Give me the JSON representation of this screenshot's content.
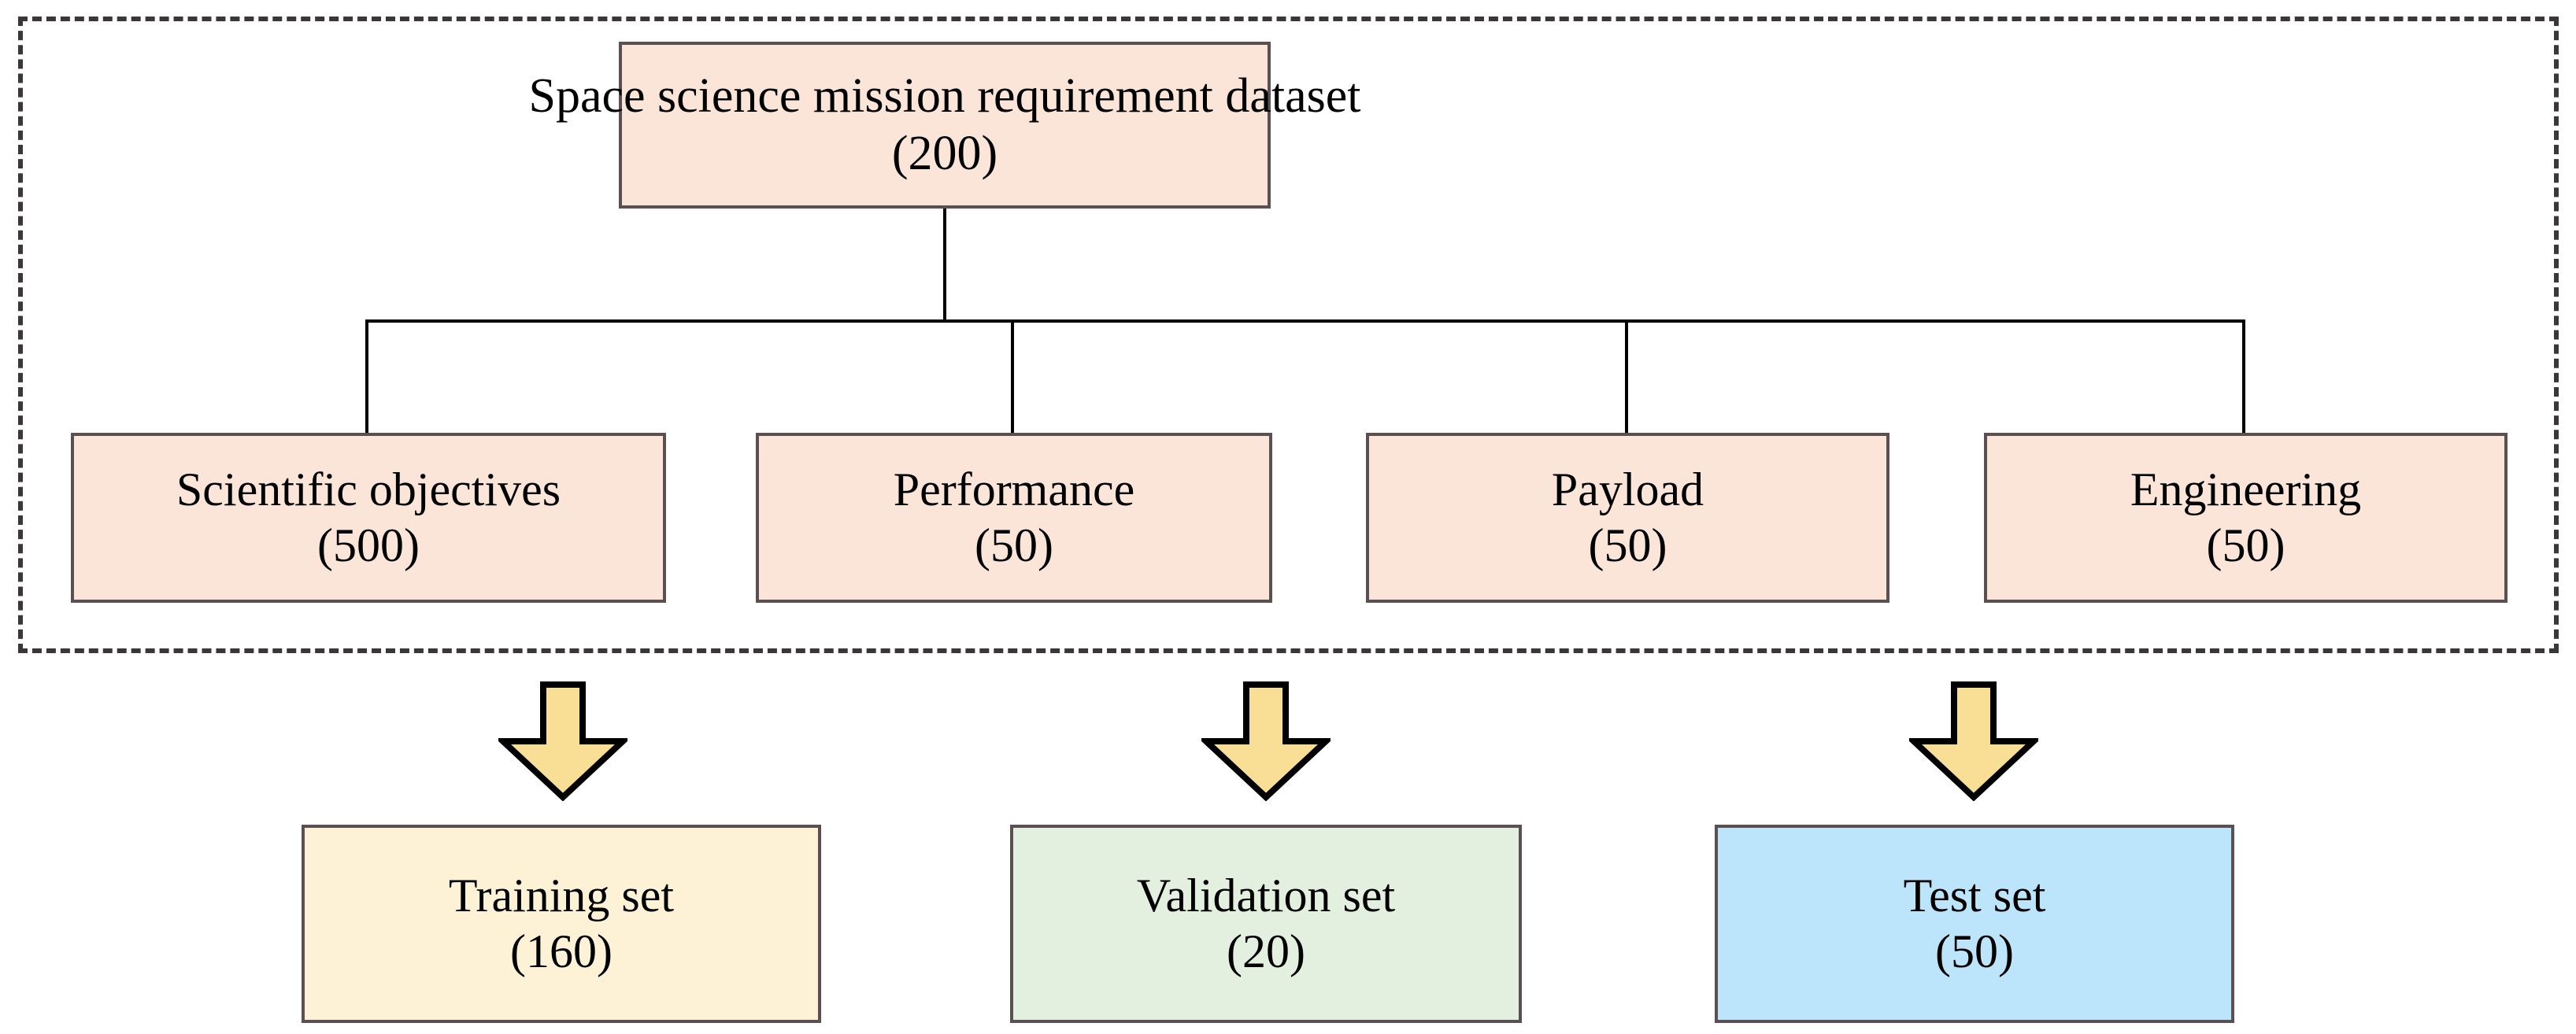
{
  "diagram": {
    "title_node": {
      "name": "root",
      "label": "Space science mission requirement dataset",
      "count": "(200)",
      "fill": "#FBE5D8"
    },
    "categories": [
      {
        "name": "scientific-objectives",
        "label": "Scientific objectives",
        "count": "(500)",
        "value": 500,
        "fill": "#FBE5D8"
      },
      {
        "name": "performance",
        "label": "Performance",
        "count": "(50)",
        "value": 50,
        "fill": "#FBE5D8"
      },
      {
        "name": "payload",
        "label": "Payload",
        "count": "(50)",
        "value": 50,
        "fill": "#FBE5D8"
      },
      {
        "name": "engineering",
        "label": "Engineering",
        "count": "(50)",
        "value": 50,
        "fill": "#FBE5D8"
      }
    ],
    "splits": [
      {
        "name": "training-set",
        "label": "Training set",
        "count": "(160)",
        "value": 160,
        "fill": "#FDF2D5"
      },
      {
        "name": "validation-set",
        "label": "Validation set",
        "count": "(20)",
        "value": 20,
        "fill": "#E3F0E0"
      },
      {
        "name": "test-set",
        "label": "Test set",
        "count": "(50)",
        "value": 50,
        "fill": "#BCE5FC"
      }
    ],
    "arrows": [
      {
        "name": "arrow-to-training",
        "icon": "down-arrow-icon"
      },
      {
        "name": "arrow-to-validation",
        "icon": "down-arrow-icon"
      },
      {
        "name": "arrow-to-test",
        "icon": "down-arrow-icon"
      }
    ],
    "colors": {
      "box_fill_pink": "#FBE5D8",
      "box_fill_yellow": "#FDF2D5",
      "box_fill_green": "#E3F0E0",
      "box_fill_blue": "#BCE5FC",
      "box_border": "#5a5052",
      "arrow_fill": "#F8DF95",
      "arrow_border": "#000000",
      "connector_line": "#000000",
      "frame_dash": "#3b3738",
      "background": "#FFFFFF"
    }
  }
}
